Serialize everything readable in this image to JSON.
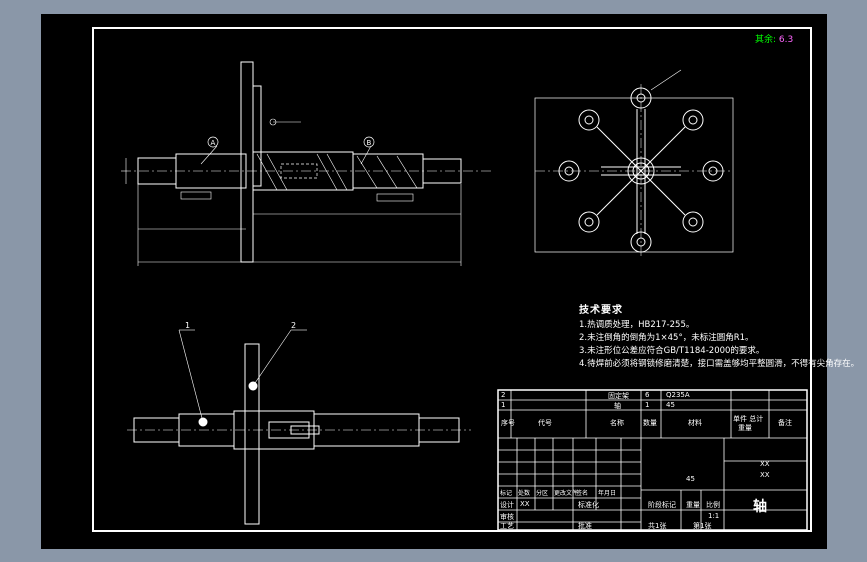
{
  "roughness": {
    "label": "其余:",
    "value": "6.3"
  },
  "callouts": {
    "section_a": "A",
    "section_b": "B",
    "part_1": "1",
    "part_2": "2"
  },
  "tech_requirements": {
    "title": "技术要求",
    "items": [
      "1.热调质处理，HB217-255。",
      "2.未注倒角的倒角为1×45°，未标注圆角R1。",
      "3.未注形位公差应符合GB/T1184-2000的要求。",
      "4.待焊前必须将钢锁修磨清楚，接口需盖够均平整圆滑，不得有尖角存在。"
    ]
  },
  "bom": {
    "rows": [
      {
        "no": "2",
        "name": "固定架",
        "qty": "6",
        "material": "Q235A"
      },
      {
        "no": "1",
        "name": "轴",
        "qty": "1",
        "material": "45"
      }
    ],
    "header": {
      "no": "序号",
      "code": "代号",
      "name": "名称",
      "qty": "数量",
      "material": "材料",
      "unit_weight": "单件 总计",
      "weight": "重量",
      "remark": "备注"
    }
  },
  "title_block": {
    "material_mark": "45",
    "company_1": "XX",
    "company_2": "XX",
    "part_name": "轴",
    "rev_labels": [
      "标记",
      "处数",
      "分区",
      "更改文件",
      "签名",
      "年月日"
    ],
    "designer_label": "设计",
    "designer": "XX",
    "std_label": "标准化",
    "stage_label": "阶段标记",
    "weight_label": "重量",
    "scale_label": "比例",
    "scale": "1:1",
    "review_label": "审核",
    "process_label": "工艺",
    "approve_label": "批准",
    "sheets": "共1张",
    "sheet_no": "第1张"
  }
}
